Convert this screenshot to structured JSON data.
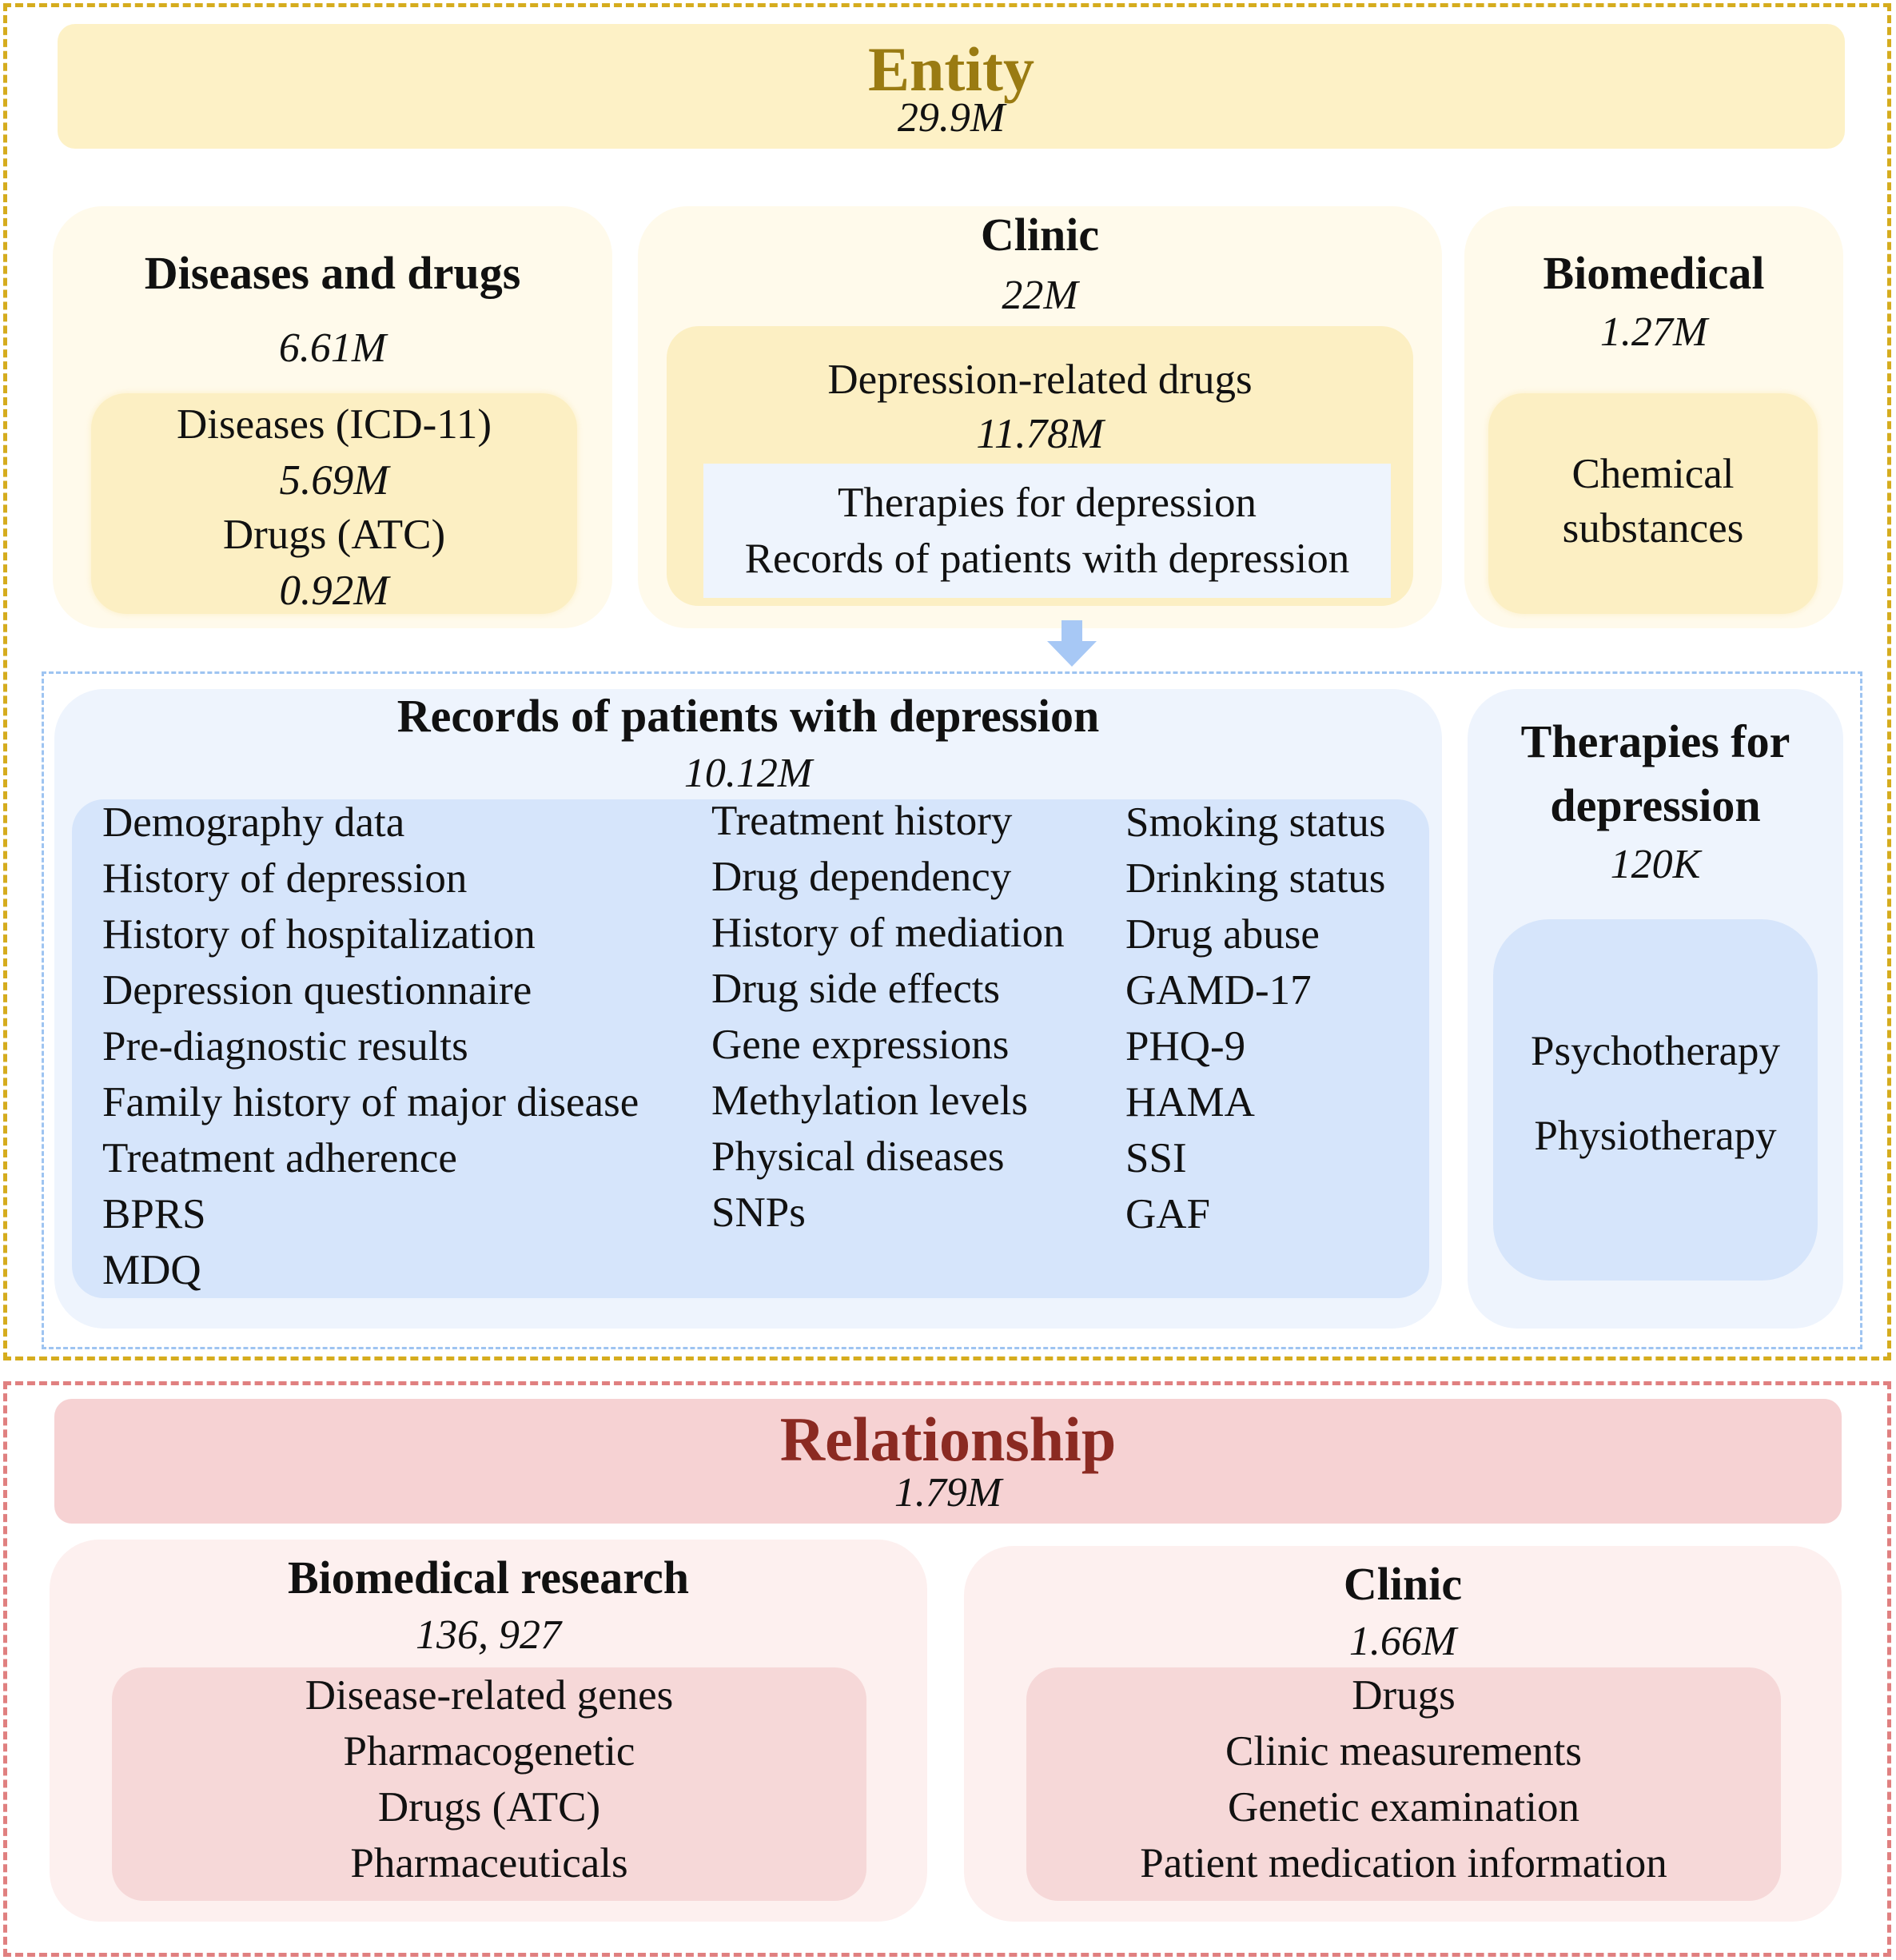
{
  "entity": {
    "title": "Entity",
    "count": "29.9M",
    "diseases_drugs": {
      "title": "Diseases and drugs",
      "count": "6.61M",
      "items": [
        "Diseases (ICD-11)",
        "5.69M",
        "Drugs (ATC)",
        "0.92M"
      ]
    },
    "clinic": {
      "title": "Clinic",
      "count": "22M",
      "sub_title": "Depression-related drugs",
      "sub_count": "11.78M",
      "inner_items": [
        "Therapies for depression",
        "Records of patients with depression"
      ]
    },
    "biomedical": {
      "title": "Biomedical",
      "count": "1.27M",
      "items": [
        "Chemical",
        "substances"
      ]
    },
    "records": {
      "title": "Records of patients with depression",
      "count": "10.12M",
      "col1": [
        "Demography data",
        "History of depression",
        "History of hospitalization",
        "Depression questionnaire",
        "Pre-diagnostic results",
        "Family history of major disease",
        "Treatment adherence",
        "BPRS",
        "MDQ"
      ],
      "col2": [
        "Treatment history",
        "Drug dependency",
        "History of mediation",
        "Drug side effects",
        "Gene expressions",
        "Methylation levels",
        "Physical diseases",
        "SNPs"
      ],
      "col3": [
        "Smoking status",
        "Drinking status",
        "Drug abuse",
        "GAMD-17",
        "PHQ-9",
        "HAMA",
        "SSI",
        "GAF"
      ]
    },
    "therapies": {
      "title_line1": "Therapies for",
      "title_line2": "depression",
      "count": "120K",
      "items": [
        "Psychotherapy",
        "Physiotherapy"
      ]
    }
  },
  "relationship": {
    "title": "Relationship",
    "count": "1.79M",
    "biomedical_research": {
      "title": "Biomedical research",
      "count": "136, 927",
      "items": [
        "Disease-related genes",
        "Pharmacogenetic",
        "Drugs (ATC)",
        "Pharmaceuticals"
      ]
    },
    "clinic": {
      "title": "Clinic",
      "count": "1.66M",
      "items": [
        "Drugs",
        "Clinic measurements",
        "Genetic examination",
        "Patient medication information"
      ]
    }
  },
  "colors": {
    "entity_title": "#9a7b12",
    "relationship_title": "#8b2a22",
    "entity_frame": "#d5ac1e",
    "relationship_frame": "#e08080",
    "records_frame": "#9ec4f1",
    "arrow": "#a7c8f5"
  }
}
